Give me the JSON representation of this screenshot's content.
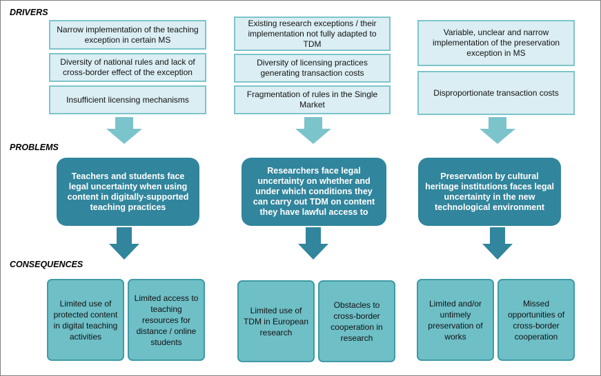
{
  "sections": {
    "drivers": "DRIVERS",
    "problems": "PROBLEMS",
    "consequences": "CONSEQUENCES"
  },
  "columns": [
    {
      "drivers": [
        "Narrow  implementation of the teaching exception in certain MS",
        "Diversity of national rules and lack of cross-border effect of the exception",
        "Insufficient licensing mechanisms"
      ],
      "problem": "Teachers and students  face legal uncertainty when using content in digitally-supported teaching practices",
      "consequences": [
        "Limited use of protected content in digital teaching activities",
        "Limited access to teaching resources for distance / online students"
      ]
    },
    {
      "drivers": [
        "Existing research exceptions / their implementation not fully adapted to TDM",
        "Diversity of licensing practices generating transaction costs",
        "Fragmentation of rules in the Single Market"
      ],
      "problem": "Researchers face legal uncertainty on whether and under which conditions they can carry out TDM on content they have lawful access to",
      "consequences": [
        "Limited use of TDM in European research",
        "Obstacles to cross-border cooperation in research"
      ]
    },
    {
      "drivers": [
        "Variable, unclear and narrow implementation of the preservation exception in MS",
        "Disproportionate  transaction costs"
      ],
      "problem": "Preservation by cultural heritage institutions  faces legal uncertainty in the new technological environment",
      "consequences": [
        "Limited and/or untimely preservation  of works",
        "Missed opportunities of cross-border cooperation"
      ]
    }
  ],
  "colors": {
    "driver_fill": "#dbeef3",
    "driver_border": "#7cc4cb",
    "problem_fill": "#31859c",
    "consequence_fill": "#6fbfc7",
    "consequence_border": "#3f9aa5",
    "light_arrow": "#7cc4cb",
    "dark_arrow": "#31859c"
  }
}
